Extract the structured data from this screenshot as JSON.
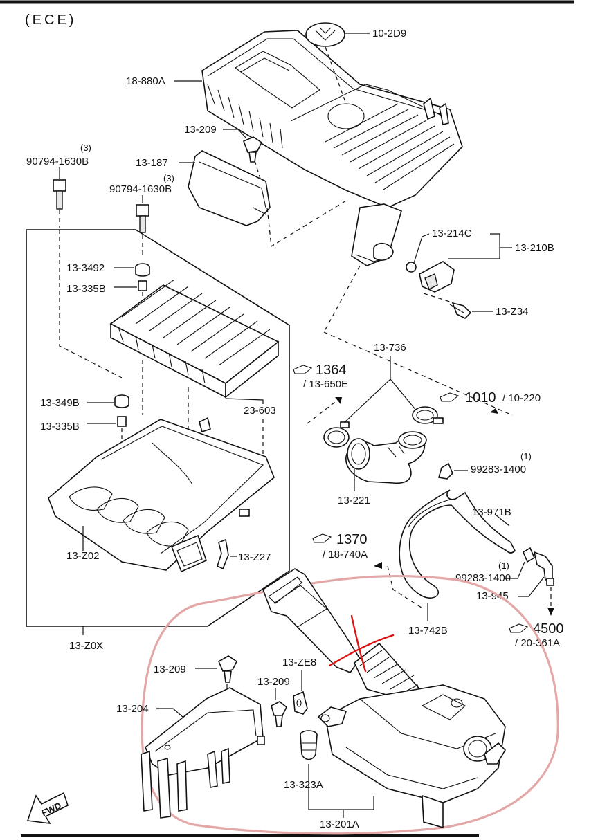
{
  "header": {
    "market_code": "(ECE)"
  },
  "labels": {
    "l_10_2d9": "10-2D9",
    "l_18_880a": "18-880A",
    "l_13_209_top": "13-209",
    "l_13_187": "13-187",
    "l_90794_a": "90794-1630B",
    "l_90794_a_qty": "(3)",
    "l_90794_b": "90794-1630B",
    "l_90794_b_qty": "(3)",
    "l_13_214c": "13-214C",
    "l_13_210b": "13-210B",
    "l_13_z34": "13-Z34",
    "l_13_3492": "13-3492",
    "l_13_335b_top": "13-335B",
    "l_13_736": "13-736",
    "l_23_603": "23-603",
    "l_13_349b": "13-349B",
    "l_13_335b_bot": "13-335B",
    "l_99283_a": "99283-1400",
    "l_99283_a_qty": "(1)",
    "l_13_221": "13-221",
    "l_13_971b": "13-971B",
    "l_13_z02": "13-Z02",
    "l_13_z27": "13-Z27",
    "l_99283_b": "99283-1400",
    "l_99283_b_qty": "(1)",
    "l_13_945": "13-945",
    "l_13_742b": "13-742B",
    "l_13_z0x": "13-Z0X",
    "l_13_209_mid": "13-209",
    "l_13_ze8": "13-ZE8",
    "l_13_209_low": "13-209",
    "l_13_204": "13-204",
    "l_13_323a": "13-323A",
    "l_13_201a": "13-201A",
    "fwd": "FWD"
  },
  "refs": {
    "r1364_num": "1364",
    "r1364_sub": "/ 13-650E",
    "r1010_num": "1010",
    "r1010_sub": "/ 10-220",
    "r1370_num": "1370",
    "r1370_sub": "/ 18-740A",
    "r4500_num": "4500",
    "r4500_sub": "/ 20-361A"
  },
  "colors": {
    "line": "#111111",
    "handwritten_circle": "#e4a7a7",
    "red_mark": "#d11111"
  }
}
